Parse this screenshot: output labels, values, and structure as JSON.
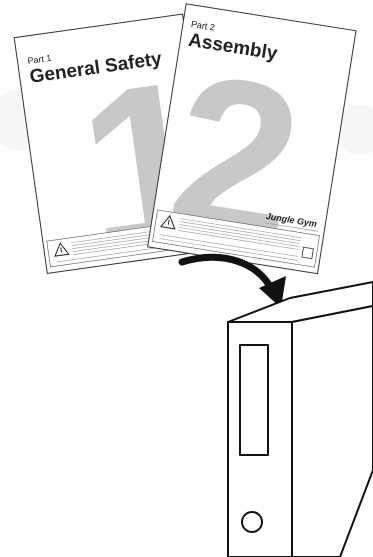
{
  "manuals": [
    {
      "part_label": "Part 1",
      "title": "General Safety",
      "numeral": "1"
    },
    {
      "part_label": "Part 2",
      "title": "Assembly",
      "numeral": "2",
      "brand": "Jungle Gym"
    }
  ],
  "colors": {
    "numeral_gray": "#c8c8c8",
    "ink": "#111111",
    "paper": "#ffffff"
  },
  "icons": {
    "arrow": "curved-arrow-icon",
    "binder": "binder-icon",
    "warning": "warning-triangle-icon"
  }
}
